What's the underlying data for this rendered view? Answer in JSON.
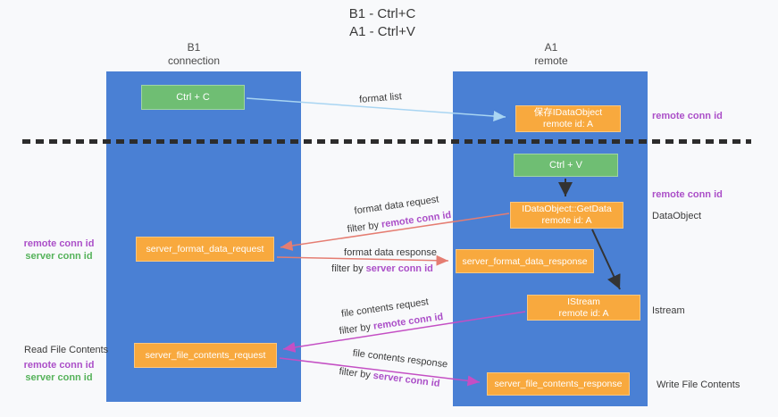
{
  "title": {
    "line1": "B1 - Ctrl+C",
    "line2": "A1 - Ctrl+V"
  },
  "columns": {
    "left": {
      "name": "B1",
      "subtitle": "connection"
    },
    "right": {
      "name": "A1",
      "subtitle": "remote"
    }
  },
  "boxes": {
    "ctrl_c": {
      "label": "Ctrl + C"
    },
    "ctrl_v": {
      "label": "Ctrl + V"
    },
    "save_dataobject": {
      "line1": "保存IDataObject",
      "line2": "remote id: A"
    },
    "getdata": {
      "line1": "IDataObject::GetData",
      "line2": "remote id: A"
    },
    "istream": {
      "line1": "IStream",
      "line2": "remote id: A"
    },
    "format_request": {
      "label": "server_format_data_request"
    },
    "format_response": {
      "label": "server_format_data_response"
    },
    "file_request": {
      "label": "server_file_contents_request"
    },
    "file_response": {
      "label": "server_file_contents_response"
    }
  },
  "arrow_labels": {
    "format_list": "format list",
    "format_data_request": "format data request",
    "format_data_response": "format data response",
    "file_contents_request": "file contents request",
    "file_contents_response": "file contents response",
    "filter_by": "filter by ",
    "remote_conn_id": "remote conn id",
    "server_conn_id": "server conn id"
  },
  "side_labels": {
    "remote_conn_id": "remote conn id",
    "server_conn_id": "server conn id",
    "dataobject": "DataObject",
    "istream": "Istream",
    "read_file_contents": "Read File Contents",
    "write_file_contents": "Write File Contents"
  },
  "colors": {
    "column_blue": "#4a80d4",
    "box_orange": "#f8a93e",
    "box_green": "#6fbe73",
    "arrow_light_blue": "#a9d5f2",
    "arrow_salmon": "#e57d72",
    "arrow_magenta": "#c44fc4",
    "arrow_black": "#333333",
    "text_purple": "#ab4fc8",
    "text_green": "#55b25a",
    "background": "#f8f9fb"
  }
}
